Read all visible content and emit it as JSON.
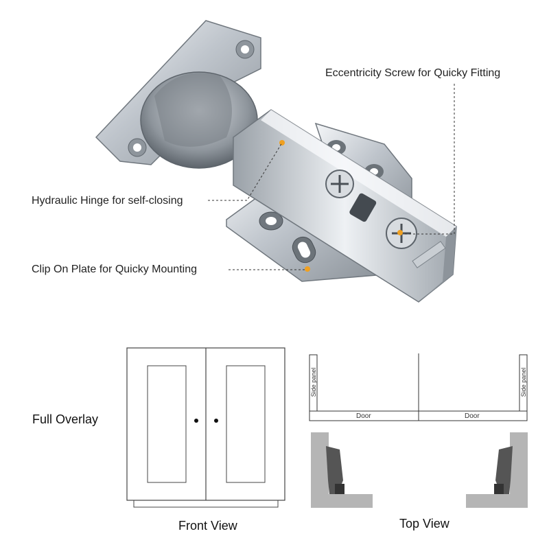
{
  "callouts": {
    "eccentricity": "Eccentricity Screw for Quicky Fitting",
    "hydraulic": "Hydraulic Hinge for self-closing",
    "clip": "Clip On Plate for Quicky Mounting"
  },
  "overlay_type": "Full Overlay",
  "front_view_label": "Front View",
  "top_view_label": "Top View",
  "top_view": {
    "door_left": "Door",
    "door_right": "Door",
    "side_panel_left": "Side panel",
    "side_panel_right": "Side panel"
  },
  "colors": {
    "callout_dot": "#f0a020",
    "metal": "#c8cdd3",
    "panel_gray": "#b5b5b5",
    "hinge_dark": "#555555"
  }
}
